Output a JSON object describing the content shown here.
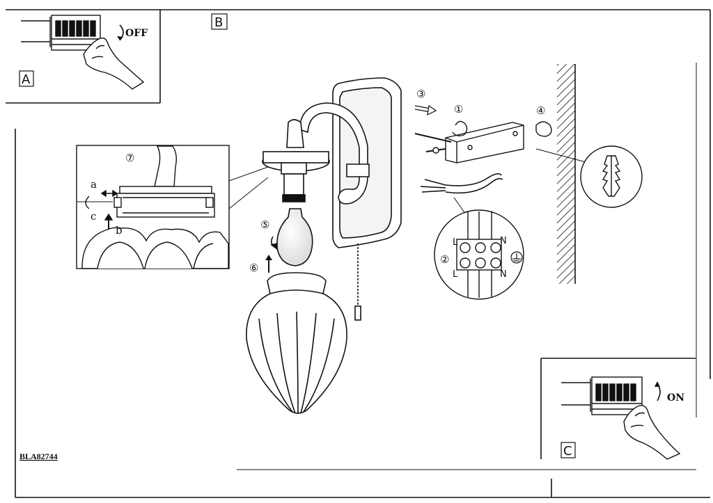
{
  "panels": {
    "a": {
      "letter": "A",
      "action": "OFF"
    },
    "b": {
      "letter": "B"
    },
    "c": {
      "letter": "C",
      "action": "ON"
    }
  },
  "steps": {
    "s1": "①",
    "s2": "②",
    "s3": "③",
    "s4": "④",
    "s5": "⑤",
    "s6": "⑥",
    "s7": "⑦"
  },
  "detail7": {
    "a": "a",
    "b": "b",
    "c": "c"
  },
  "terminals": {
    "l_top": "L",
    "n_top": "N",
    "l_bottom": "L",
    "n_bottom": "N"
  },
  "reference": "BLA82744"
}
